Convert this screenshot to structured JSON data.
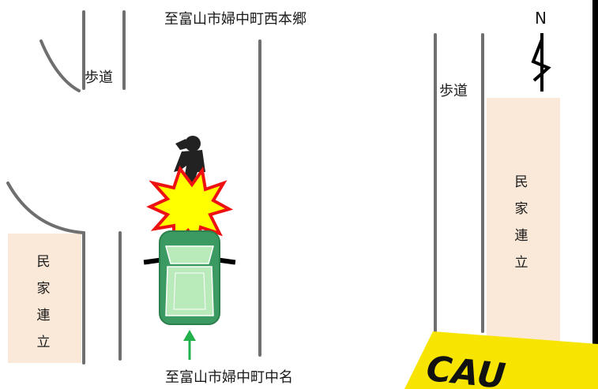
{
  "labels": {
    "top_road": "至富山市婦中町西本郷",
    "bottom_road": "至富山市婦中町中名",
    "sidewalk_left": "歩道",
    "sidewalk_right": "歩道",
    "compass": "N",
    "caution": "CAU"
  },
  "houses": {
    "left": [
      "民",
      "家",
      "連",
      "立"
    ],
    "right": [
      "民",
      "家",
      "連",
      "立"
    ]
  },
  "colors": {
    "house_fill": "#fae9d8",
    "car_body": "#3a9a62",
    "car_glass": "#b9eab9",
    "impact_fill": "#ffff00",
    "impact_stroke": "#ee1111",
    "direction_arrow": "#22b14c",
    "road_line": "#6f6f6f",
    "tape_yellow": "#f7e400"
  }
}
